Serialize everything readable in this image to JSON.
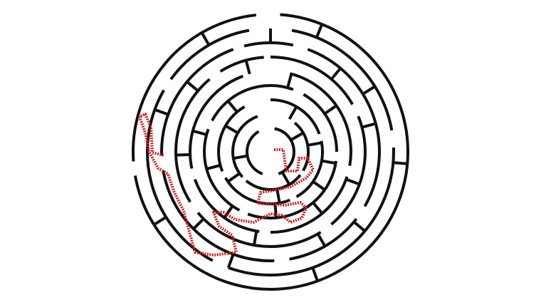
{
  "puzzle": {
    "type": "circular-maze",
    "rings": 8,
    "entrance": "top",
    "goal": "center",
    "colors": {
      "background": "#ffffff",
      "wall": "#111111",
      "solution_path": "#cc1f1f"
    },
    "solution_path": {
      "style": "dotted",
      "drawn_from": "left-outer-ring",
      "drawn_to": "center-right"
    }
  }
}
